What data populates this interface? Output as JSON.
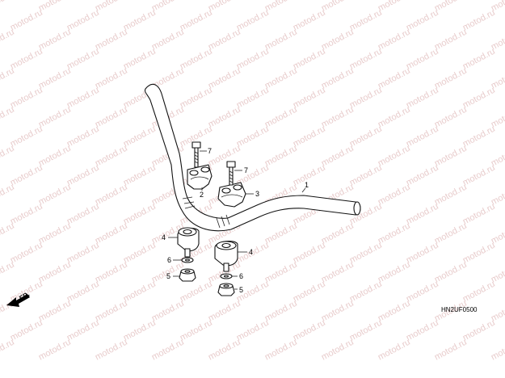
{
  "watermark": {
    "text": "motod.ru",
    "color": "#e8cccc"
  },
  "diagram_code": "HN2UF0500",
  "direction_label": "FR.",
  "callouts": [
    {
      "id": "label-1",
      "text": "1",
      "part": "handlebar"
    },
    {
      "id": "label-2",
      "text": "2",
      "part": "upper-holder-left"
    },
    {
      "id": "label-3",
      "text": "3",
      "part": "upper-holder-right"
    },
    {
      "id": "label-4a",
      "text": "4",
      "part": "lower-holder-left"
    },
    {
      "id": "label-4b",
      "text": "4",
      "part": "lower-holder-right"
    },
    {
      "id": "label-5a",
      "text": "5",
      "part": "nut-left"
    },
    {
      "id": "label-5b",
      "text": "5",
      "part": "nut-right"
    },
    {
      "id": "label-6a",
      "text": "6",
      "part": "washer-left"
    },
    {
      "id": "label-6b",
      "text": "6",
      "part": "washer-right"
    },
    {
      "id": "label-7a",
      "text": "7",
      "part": "bolt-left"
    },
    {
      "id": "label-7b",
      "text": "7",
      "part": "bolt-right"
    }
  ]
}
